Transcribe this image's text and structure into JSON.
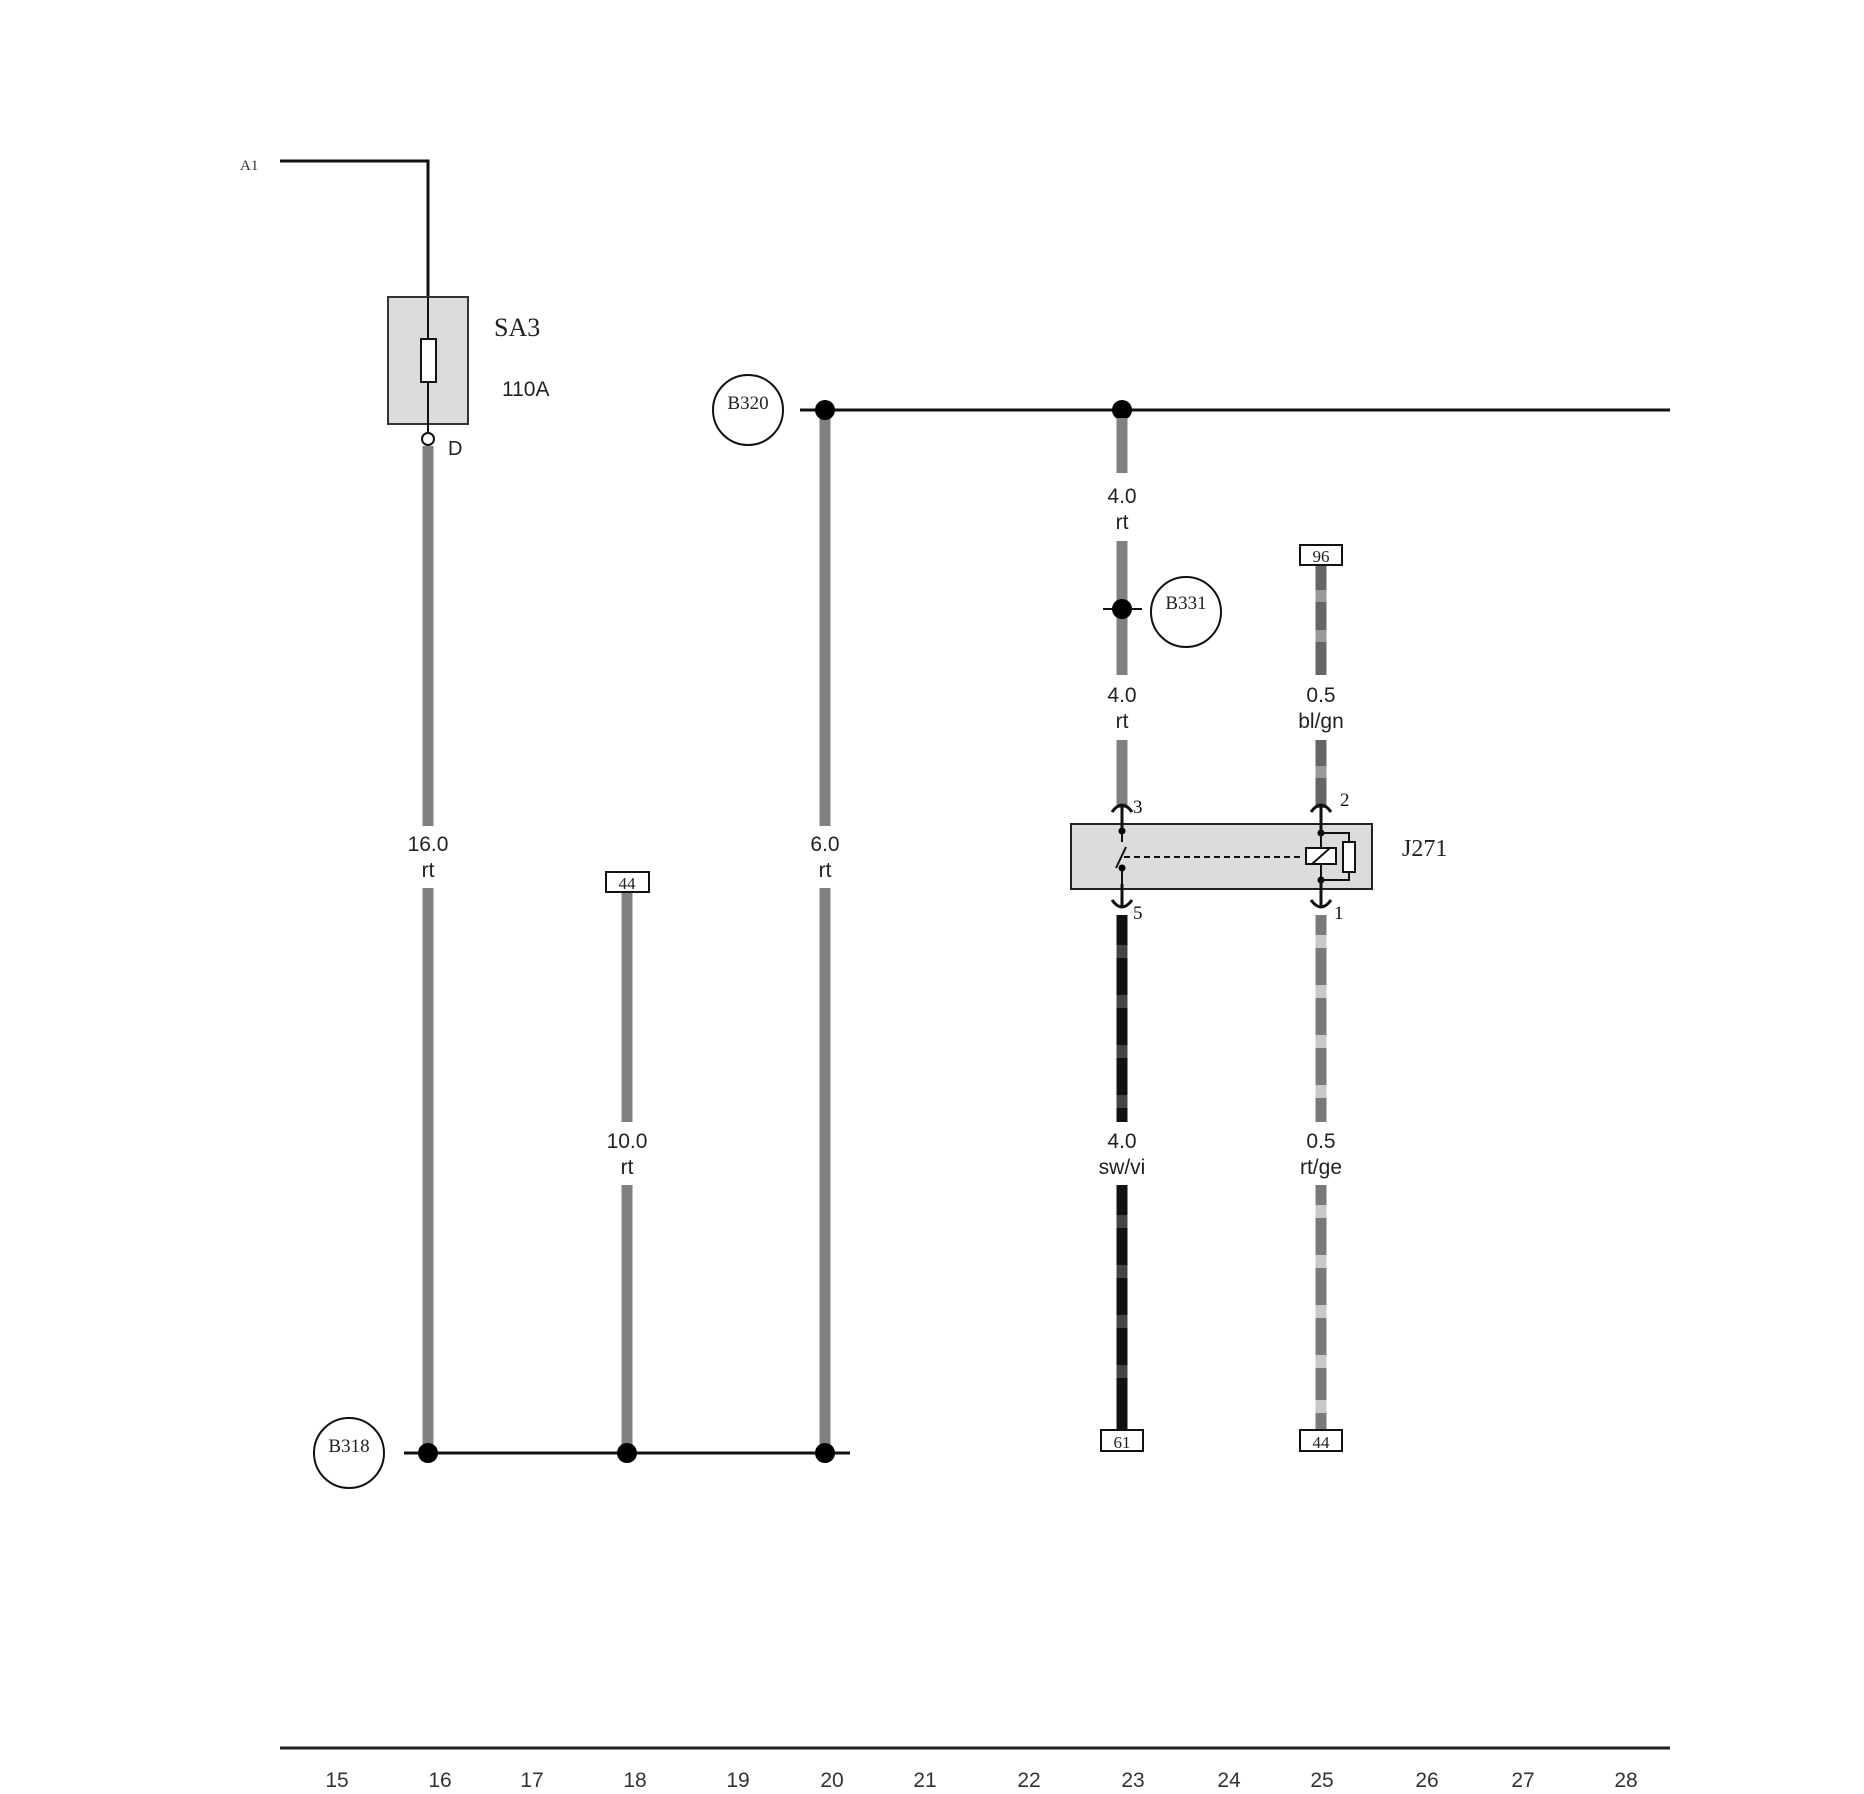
{
  "diagram": {
    "input_label": "A1",
    "fuse": {
      "name": "SA3",
      "rating": "110A",
      "terminal": "D"
    },
    "relay": {
      "name": "J271",
      "pins": [
        "3",
        "5",
        "2",
        "1"
      ]
    },
    "junctions": [
      "B320",
      "B331",
      "B318"
    ],
    "connectors": [
      "44",
      "96",
      "61",
      "44"
    ],
    "wires": [
      {
        "size": "16.0",
        "color": "rt"
      },
      {
        "size": "10.0",
        "color": "rt"
      },
      {
        "size": "6.0",
        "color": "rt"
      },
      {
        "size": "4.0",
        "color": "rt"
      },
      {
        "size": "4.0",
        "color": "rt"
      },
      {
        "size": "0.5",
        "color": "bl/gn"
      },
      {
        "size": "4.0",
        "color": "sw/vi"
      },
      {
        "size": "0.5",
        "color": "rt/ge"
      }
    ],
    "grid_numbers": [
      "15",
      "16",
      "17",
      "18",
      "19",
      "20",
      "21",
      "22",
      "23",
      "24",
      "25",
      "26",
      "27",
      "28"
    ]
  }
}
